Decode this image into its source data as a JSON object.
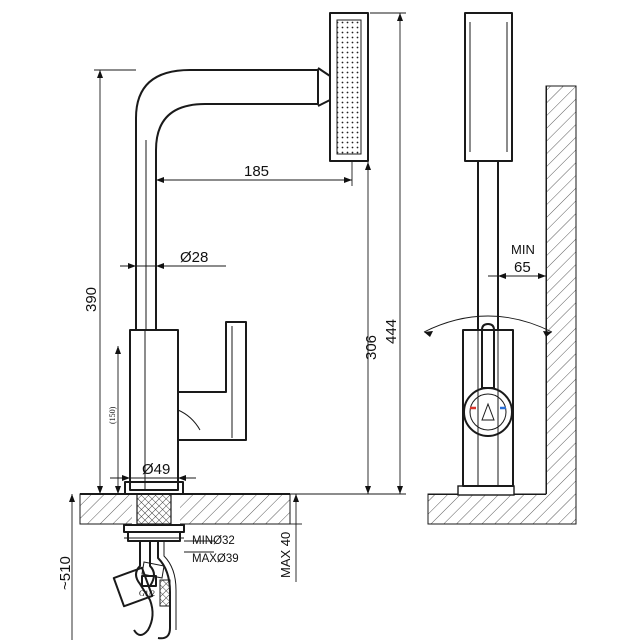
{
  "dimensions": {
    "spout_reach": "185",
    "spout_diameter": "Ø28",
    "total_height": "390",
    "base_to_spout": "306",
    "overall_height": "444",
    "body_height": "(150)",
    "base_diameter": "Ø49",
    "hole_min": "MINØ32",
    "hole_max": "MAXØ39",
    "max_thickness": "MAX 40",
    "hose_length": "~510",
    "wall_clearance_label": "MIN",
    "wall_clearance_value": "65",
    "thread": "G1/2"
  },
  "colors": {
    "hot": "#d9342b",
    "cold": "#2a6fd6",
    "line": "#1a1a1a"
  }
}
